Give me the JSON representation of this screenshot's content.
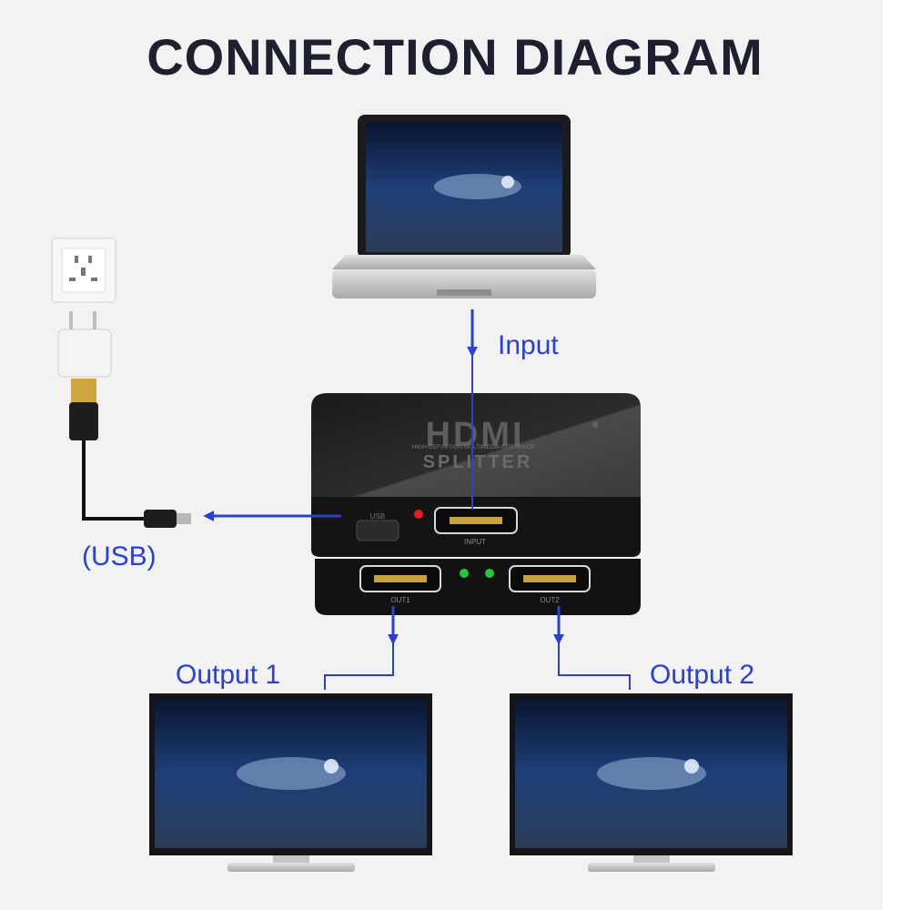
{
  "title": "CONNECTION DIAGRAM",
  "labels": {
    "input": "Input",
    "usb": "(USB)",
    "output1": "Output 1",
    "output2": "Output 2"
  },
  "device": {
    "brand": "HDMI",
    "brand_mark": "®",
    "brand_tagline": "HIGH-DEFINITION MULTIMEDIA INTERFACE",
    "model": "SPLITTER",
    "port_usb": "USB",
    "port_input": "INPUT",
    "port_out1": "OUT1",
    "port_out2": "OUT2"
  },
  "colors": {
    "arrow": "#2a3fd8",
    "label": "#2a3fd8",
    "title": "#1e2030",
    "led_power": "#e02020",
    "led_output": "#26c83a"
  }
}
